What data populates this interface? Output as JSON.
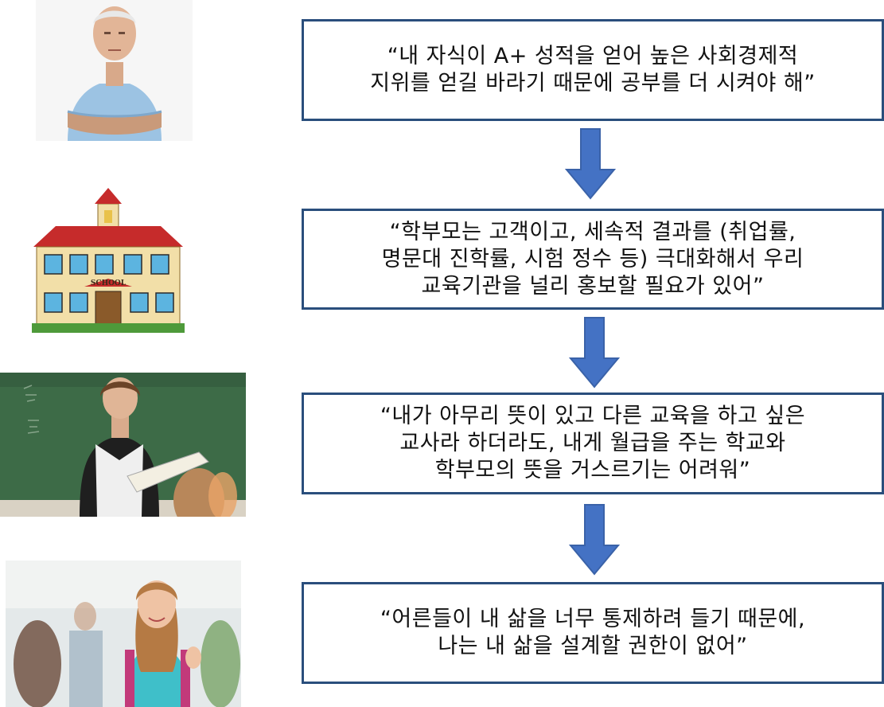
{
  "colors": {
    "box_border": "#2a4e7c",
    "arrow_fill": "#4472c4",
    "arrow_stroke": "#3a62a8"
  },
  "flow": [
    {
      "role": "parent",
      "icon": "grandfather-photo",
      "quote": "“내 자식이 A+ 성적을 얻어 높은 사회경제적\n지위를 얻길 바라기 때문에 공부를 더 시켜야 해”"
    },
    {
      "role": "school",
      "icon": "school-building-illustration",
      "sign": "SCHOOL",
      "quote": "“학부모는 고객이고, 세속적 결과를 (취업률,\n명문대 진학률, 시험 정수 등) 극대화해서 우리\n교육기관을 널리 홍보할 필요가 있어”"
    },
    {
      "role": "teacher",
      "icon": "teacher-classroom-photo",
      "quote": "“내가 아무리 뜻이 있고 다른 교육을 하고 싶은\n교사라 하더라도, 내게 월급을 주는 학교와\n학부모의 뜻을 거스르기는 어려워”"
    },
    {
      "role": "student",
      "icon": "student-girl-photo",
      "quote": "“어른들이 내 삶을 너무 통제하려 들기 때문에,\n나는 내 삶을 설계할 권한이 없어”"
    }
  ]
}
